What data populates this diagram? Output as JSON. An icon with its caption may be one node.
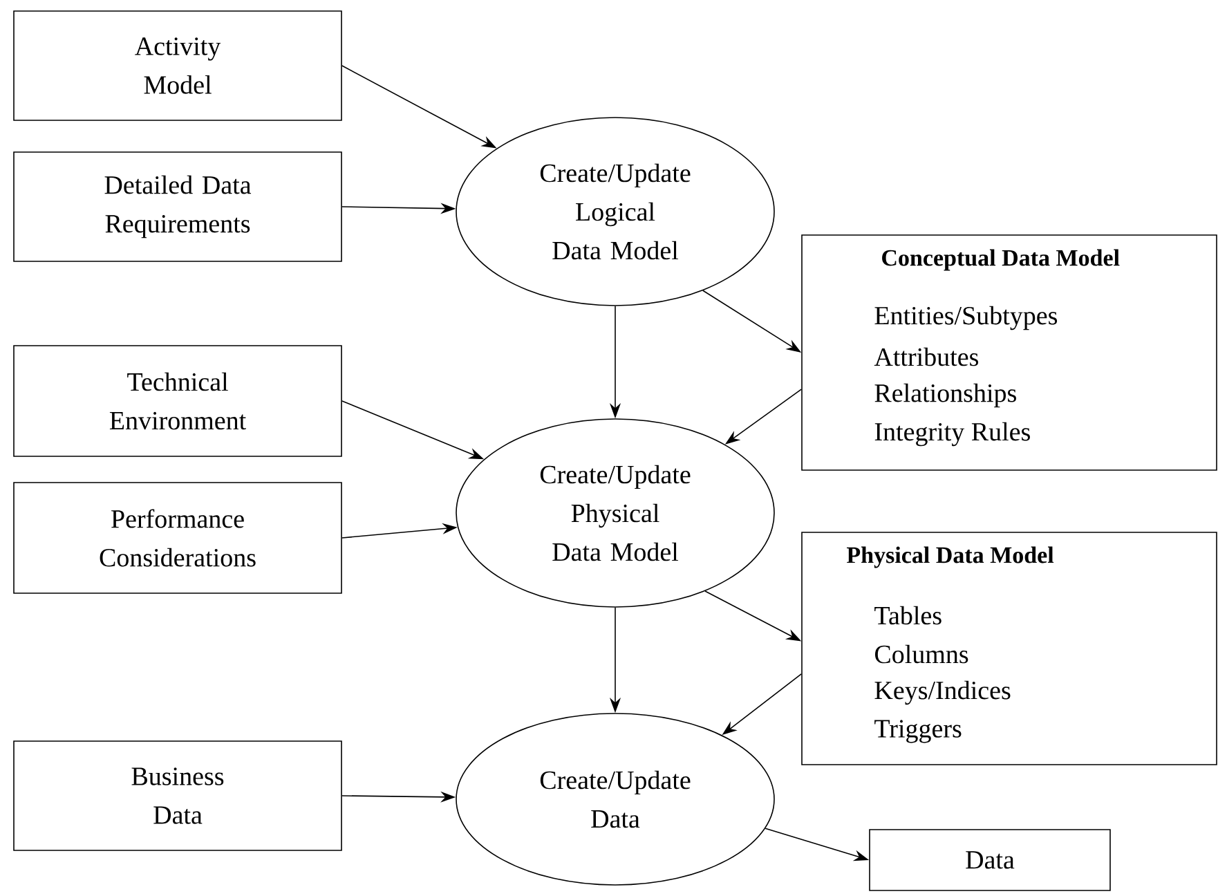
{
  "diagram": {
    "nodes": [
      {
        "text": [
          "Activity Model"
        ]
      },
      {
        "text": [
          "Detailed Data Requirements"
        ]
      },
      {
        "text": [
          "Create/Update Logical Data Model"
        ]
      },
      {
        "text": [
          "Conceptual Data Model",
          "Entities/Subtypes",
          "Attributes",
          "Relationships",
          "Integrity Rules"
        ]
      },
      {
        "text": [
          "Technical Environment"
        ]
      },
      {
        "text": [
          "Performance Considerations"
        ]
      },
      {
        "text": [
          "Create/Update Physical Data Model"
        ]
      },
      {
        "text": [
          "Physical Data Model",
          "Tables",
          "Columns",
          "Keys/Indices",
          "Triggers"
        ]
      },
      {
        "text": [
          "Business Data"
        ]
      },
      {
        "text": [
          "Create/Update Data"
        ]
      },
      {
        "text": [
          "Data"
        ]
      }
    ],
    "edges": [
      {
        "from": 0,
        "to": 2,
        "arrow": "to"
      },
      {
        "from": 1,
        "to": 2,
        "arrow": "to"
      },
      {
        "from": 2,
        "to": 3,
        "arrow": "to"
      },
      {
        "from": 2,
        "to": 6,
        "arrow": "to"
      },
      {
        "from": 3,
        "to": 6,
        "arrow": "to"
      },
      {
        "from": 4,
        "to": 6,
        "arrow": "to"
      },
      {
        "from": 5,
        "to": 6,
        "arrow": "to"
      },
      {
        "from": 6,
        "to": 7,
        "arrow": "to"
      },
      {
        "from": 6,
        "to": 9,
        "arrow": "to"
      },
      {
        "from": 7,
        "to": 9,
        "arrow": "to"
      },
      {
        "from": 8,
        "to": 9,
        "arrow": "to"
      },
      {
        "from": 9,
        "to": 10,
        "arrow": "to"
      }
    ]
  }
}
